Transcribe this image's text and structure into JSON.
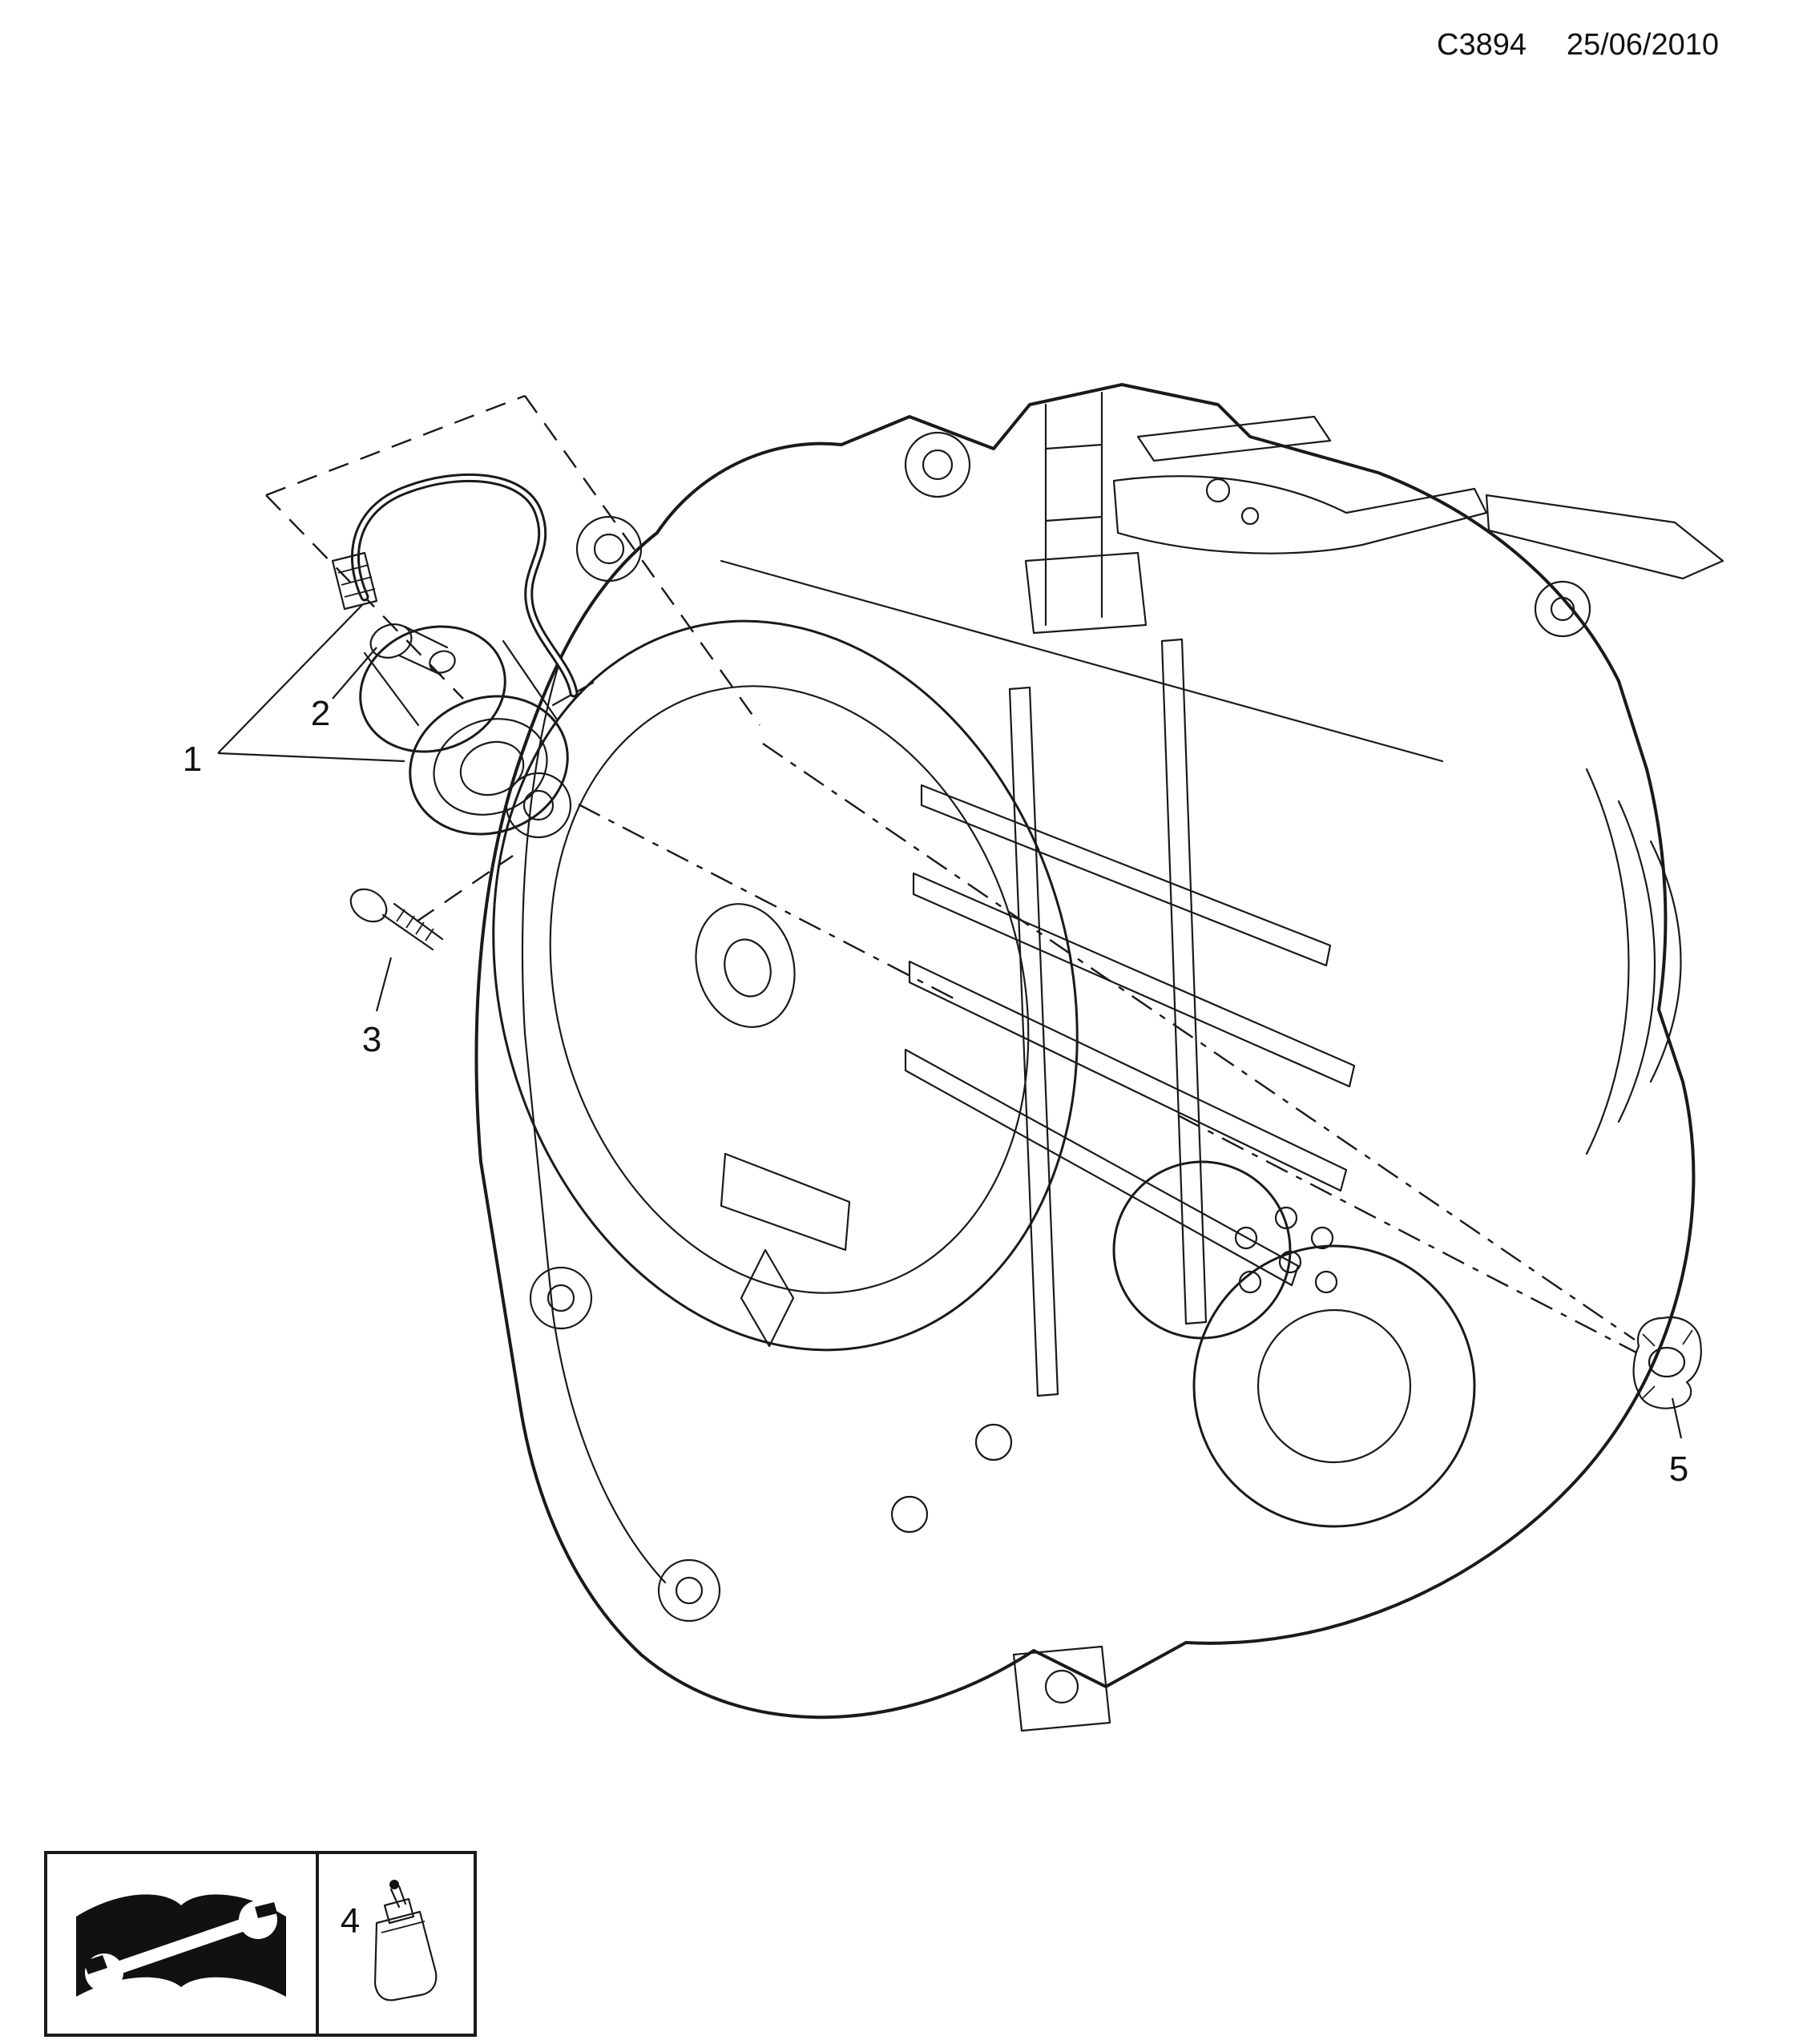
{
  "header": {
    "code": "C3894",
    "date": "25/06/2010"
  },
  "callouts": {
    "c1": "1",
    "c2": "2",
    "c3": "3",
    "c4": "4",
    "c5": "5"
  },
  "icons": {
    "legend_manual": "workshop-manual-book-wrench-icon",
    "legend_item4": "grease-applicator-bottle-icon"
  },
  "colors": {
    "line": "#1a1a1a",
    "background": "#ffffff"
  }
}
